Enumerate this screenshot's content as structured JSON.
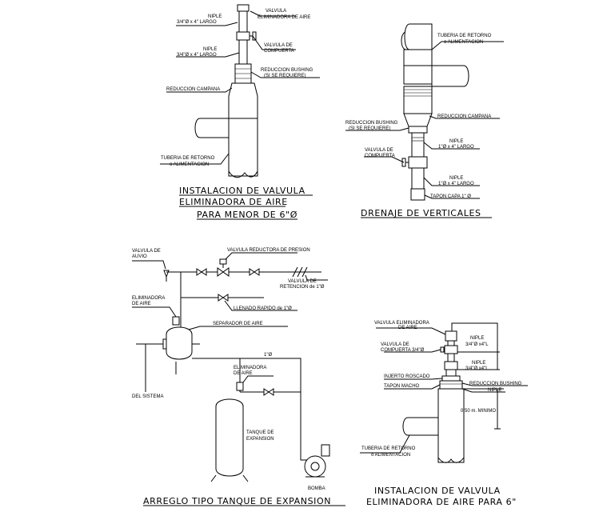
{
  "detail1": {
    "title_line1": "INSTALACION DE VALVULA",
    "title_line2": "ELIMINADORA DE AIRE",
    "title_line3": "PARA MENOR DE 6\"Ø",
    "valvula_eliminadora_1": "VALVULA",
    "valvula_eliminadora_2": "ELIMINADORA DE AIRE",
    "niple_top_1": "NIPLE",
    "niple_top_2": "3/4\"Ø x 4\" LARGO",
    "valvula_compuerta_1": "VALVULA DE",
    "valvula_compuerta_2": "COMPUERTA",
    "niple_mid_1": "NIPLE",
    "niple_mid_2": "3/4\"Ø x 4\" LARGO",
    "reduccion_bushing_1": "REDUCCION BUSHING",
    "reduccion_bushing_2": "(SI SE REQUIERE)",
    "reduccion_campana": "REDUCCION CAMPANA",
    "tuberia_1": "TUBERIA DE RETORNO",
    "tuberia_2": "o ALIMENTACION"
  },
  "detail2": {
    "title": "DRENAJE DE VERTICALES",
    "tuberia_1": "TUBERIA DE RETORNO",
    "tuberia_2": "o ALIMENTACION",
    "reduccion_campana": "REDUCCION CAMPANA",
    "reduccion_bushing_1": "REDUCCION BUSHING",
    "reduccion_bushing_2": "(SI SE REQUIERE)",
    "niple_top_1": "NIPLE",
    "niple_top_2": "1\"Ø x 4\" LARGO",
    "valvula_compuerta_1": "VALVULA DE",
    "valvula_compuerta_2": "COMPUERTA",
    "niple_bot_1": "NIPLE",
    "niple_bot_2": "1\"Ø x 4\" LARGO",
    "tapon": "TAPON CAPA 1\" Ø"
  },
  "detail3": {
    "title": "ARREGLO TIPO TANQUE DE EXPANSION",
    "valvula_alivio_1": "VALVULA DE",
    "valvula_alivio_2": "AUVIO",
    "valvula_reductora": "VALVULA REDUCTORA DE PRESION",
    "valvula_retencion_1": "VALVULA DE",
    "valvula_retencion_2": "RETENCION de 1\"Ø",
    "eliminadora_1": "ELIMINADORA",
    "eliminadora_2": "DE AIRE",
    "llenado": "LLENADO RAPIDO de 1\"Ø",
    "separador": "SEPARADOR DE AIRE",
    "pipe_size": "1\"Ø",
    "eliminadora_tank_1": "ELIMINADORA",
    "eliminadora_tank_2": "DE AIRE",
    "del_sistema": "DEL SISTEMA",
    "tanque_1": "TANQUE DE",
    "tanque_2": "EXPANSION",
    "bomba": "BOMBA"
  },
  "detail4": {
    "title_line1": "INSTALACION DE VALVULA",
    "title_line2": "ELIMINADORA DE AIRE PARA 6\"",
    "valvula_eliminadora_1": "VALVULA ELIMINADORA",
    "valvula_eliminadora_2": "DE AIRE",
    "niple_top_1": "NIPLE",
    "niple_top_2": "3/4\"Ø x4\"L",
    "valvula_compuerta_1": "VALVULA DE",
    "valvula_compuerta_2": "COMPUERTA 3/4\"Ø",
    "niple_mid_1": "NIPLE",
    "niple_mid_2": "3/4\"Ø x4\"L",
    "injerto": "INJERTO ROSCADO",
    "tapon_macho": "TAPON MACHO",
    "reduccion_bushing": "REDUCCION BUSHING",
    "niple_small": "NIPLE",
    "minimo": "0.50 m. MINIMO",
    "tuberia_1": "TUBERIA DE RETORNO",
    "tuberia_2": "o ALIMENTACION"
  }
}
